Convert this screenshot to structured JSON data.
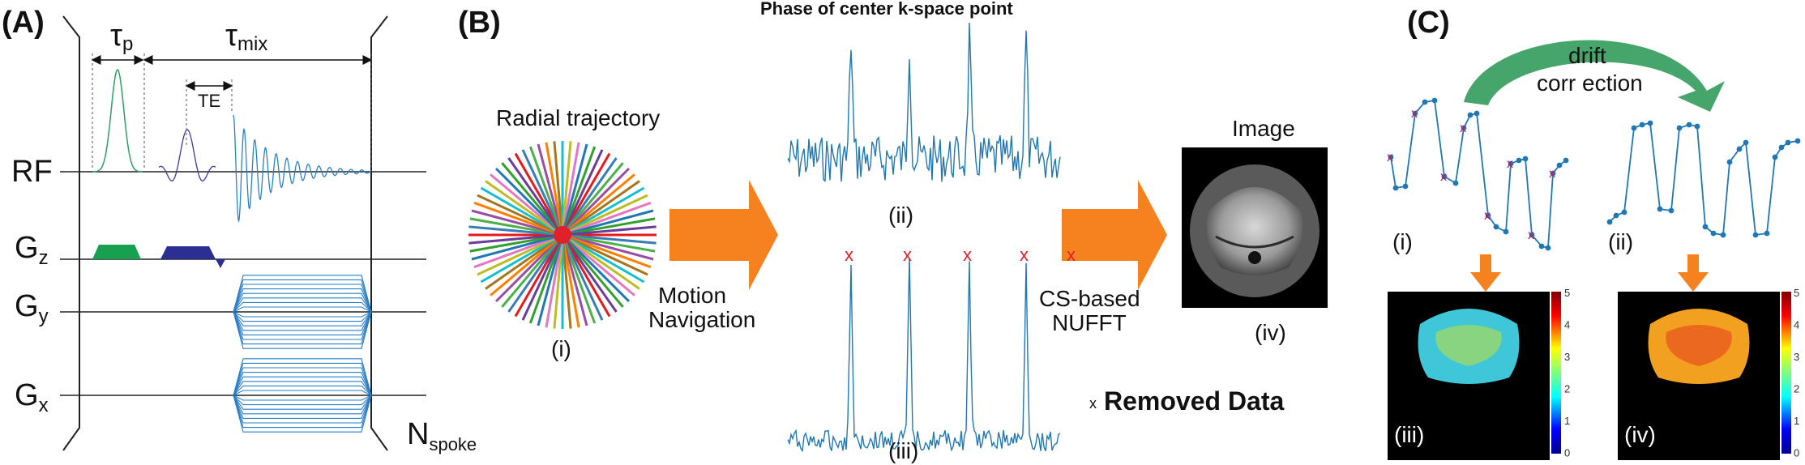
{
  "panel_labels": {
    "a": "(A)",
    "b": "(B)",
    "c": "(C)"
  },
  "panel_a": {
    "tau_p": "τ",
    "tau_p_sub": "p",
    "tau_mix": "τ",
    "tau_mix_sub": "mix",
    "te": "TE",
    "rf": "RF",
    "gz": "G",
    "gz_sub": "z",
    "gy": "G",
    "gy_sub": "y",
    "gx": "G",
    "gx_sub": "x",
    "nspoke": "N",
    "nspoke_sub": "spoke"
  },
  "panel_b": {
    "title": "Phase of center k-space point",
    "radial_label": "Radial trajectory",
    "i": "(i)",
    "ii": "(ii)",
    "iii": "(iii)",
    "iv": "(iv)",
    "arrow1_line1": "Motion",
    "arrow1_line2": "Navigation",
    "arrow2_line1": "CS-based",
    "arrow2_line2": "NUFFT",
    "image_label": "Image",
    "legend_marker": "x",
    "legend_text": "Removed Data",
    "colors": {
      "signal": "#1f77b4",
      "marker": "#e0202a",
      "arrow": "#f5821f"
    }
  },
  "panel_c": {
    "drift_line1": "drift",
    "drift_line2": "corr ection",
    "i": "(i)",
    "ii": "(ii)",
    "iii": "(iii)",
    "iv": "(iv)",
    "colorbar_ticks": [
      "5",
      "4",
      "3",
      "2",
      "1",
      "0"
    ],
    "colors": {
      "line": "#1f77b4",
      "marker": "#c2185b",
      "arc": "#46a56b",
      "arrow": "#f5821f"
    }
  }
}
